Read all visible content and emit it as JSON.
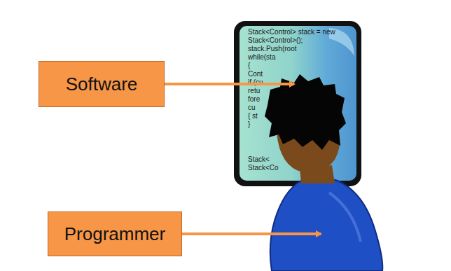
{
  "diagram": {
    "nodes": [
      {
        "text": [
          "Software"
        ]
      },
      {
        "text": [
          "Programmer"
        ]
      }
    ],
    "labels": [
      "Stack<Control> stack = new",
      "Stack<Control>();",
      "stack.Push(root",
      "while(sta",
      "{",
      "Cont",
      "if (cu",
      "retu",
      "fore",
      "cu",
      "{ st",
      "}",
      "Stack<",
      "Stack<Co"
    ]
  }
}
